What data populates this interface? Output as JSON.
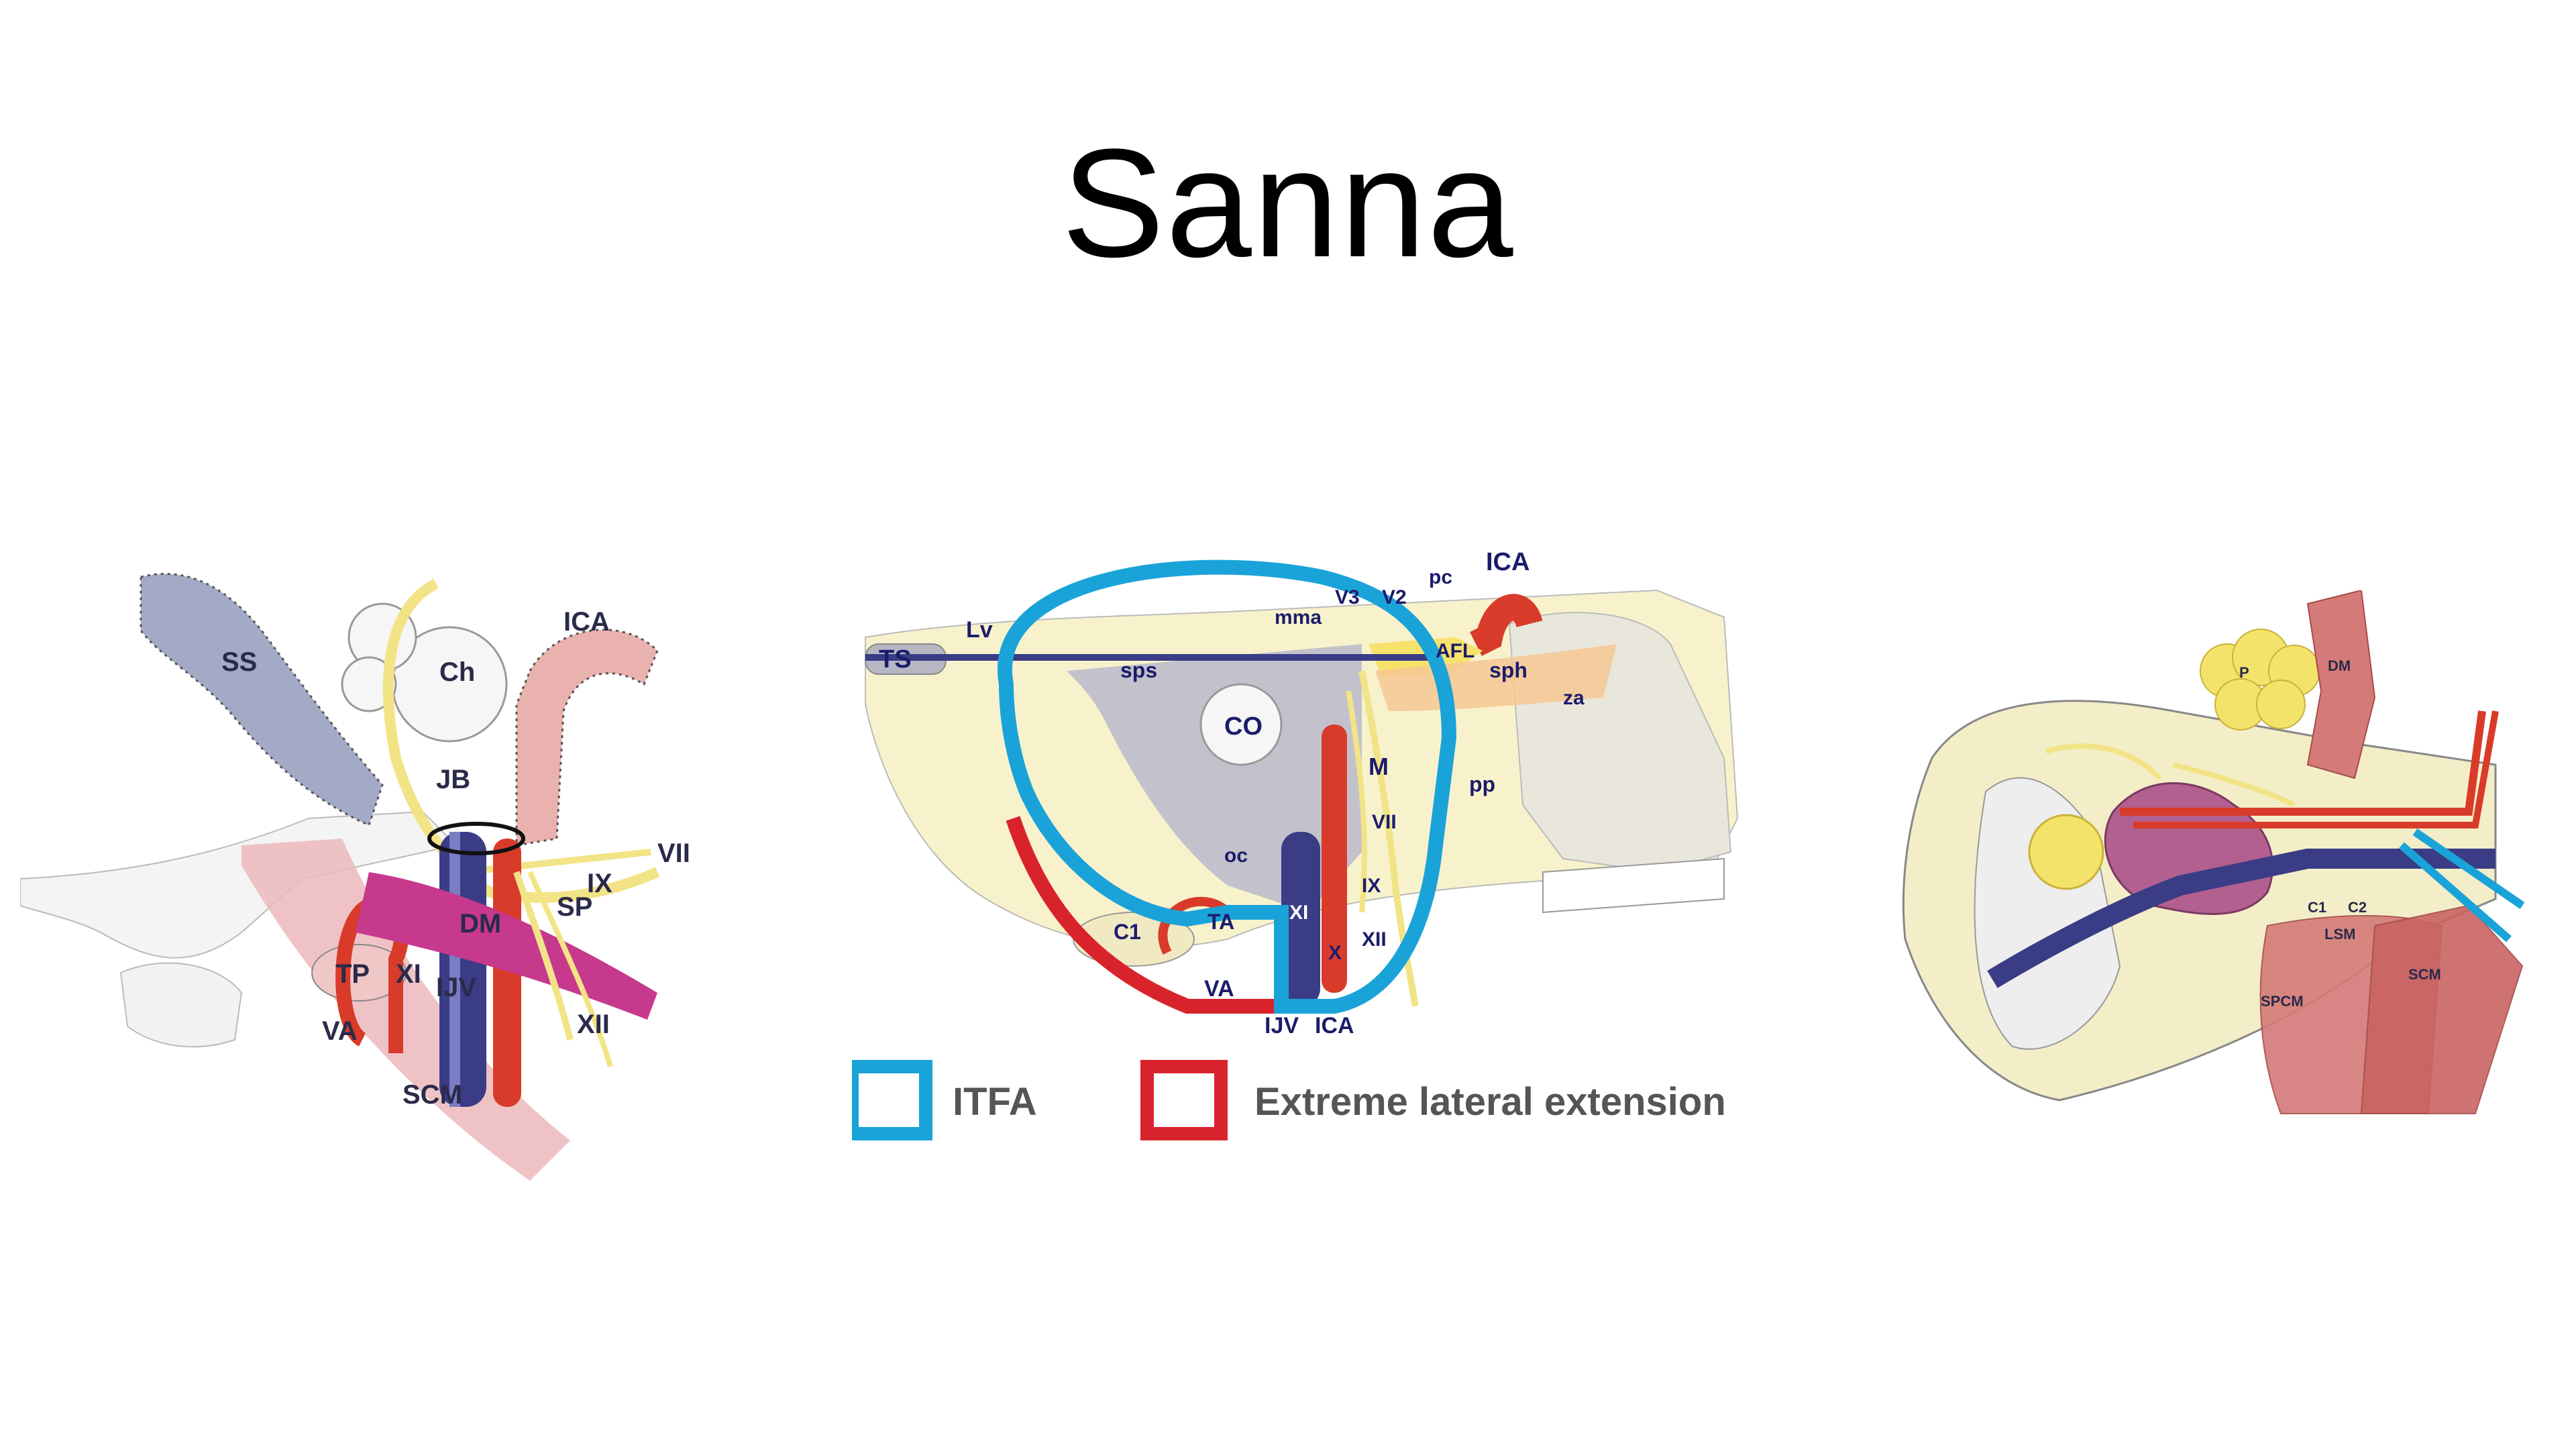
{
  "title": "Sanna",
  "figure_left": {
    "labels": [
      "SS",
      "Ch",
      "ICA",
      "JB",
      "VII",
      "IX",
      "SP",
      "DM",
      "TP",
      "XI",
      "IJV",
      "XII",
      "VA",
      "SCM"
    ]
  },
  "figure_middle": {
    "labels": [
      "Lv",
      "TS",
      "sps",
      "mma",
      "V3",
      "V2",
      "pc",
      "ICA",
      "AFL",
      "sph",
      "za",
      "CO",
      "M",
      "pp",
      "VII",
      "oc",
      "IX",
      "C1",
      "TA",
      "XI",
      "X",
      "XII",
      "VA",
      "IJV",
      "ICA"
    ],
    "legend": [
      {
        "label": "ITFA",
        "color": "#1aa3d9"
      },
      {
        "label": "Extreme lateral extension",
        "color": "#d9232b"
      }
    ]
  },
  "figure_right": {
    "labels": [
      "P",
      "DM",
      "C1",
      "C2",
      "LSM",
      "SPCM",
      "SCM"
    ]
  },
  "colors": {
    "vein_blue": "#2d2b7a",
    "artery_red": "#d93b2b",
    "nerve_yellow": "#f7e98a",
    "bone_cream": "#f8f2cc",
    "muscle_pink": "#e9a7a5"
  }
}
